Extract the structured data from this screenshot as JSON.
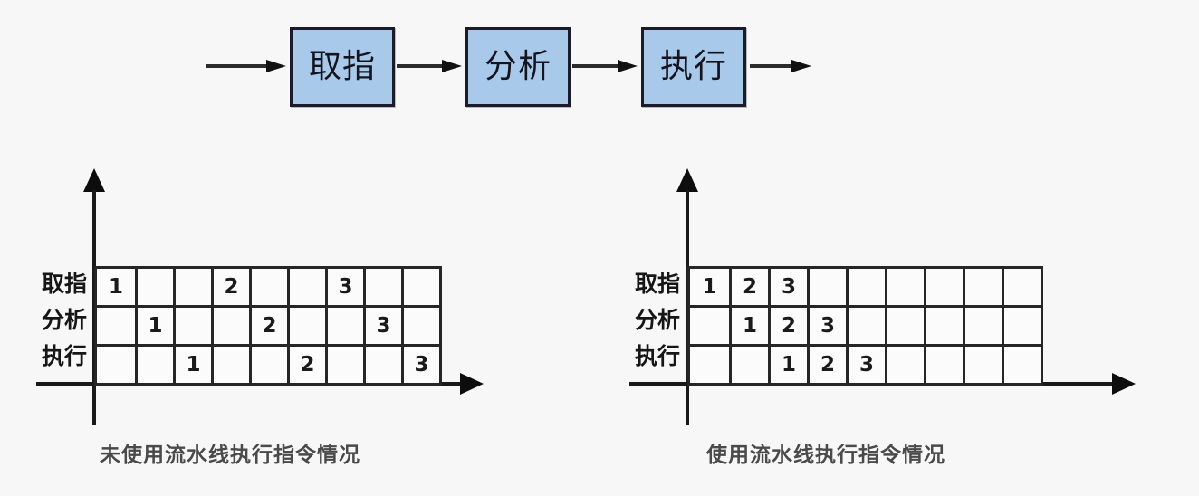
{
  "background_color": "#f7f7f8",
  "box_fill_color": "#a9c9ea",
  "box_border_color": "#1b1b2b",
  "grid_line_color": "#262626",
  "pipeline_flow": {
    "stages": [
      {
        "label": "取指"
      },
      {
        "label": "分析"
      },
      {
        "label": "执行"
      }
    ],
    "arrows": [
      "arrow-in",
      "arrow-fetch-to-decode",
      "arrow-decode-to-execute",
      "arrow-out"
    ]
  },
  "diagrams": [
    {
      "id": "non-pipelined",
      "caption": "未使用流水线执行指令情况",
      "columns": 9,
      "row_labels": [
        "取指",
        "分析",
        "执行"
      ],
      "rows": [
        [
          "1",
          "",
          "",
          "2",
          "",
          "",
          "3",
          "",
          ""
        ],
        [
          "",
          "1",
          "",
          "",
          "2",
          "",
          "",
          "3",
          ""
        ],
        [
          "",
          "",
          "1",
          "",
          "",
          "2",
          "",
          "",
          "3"
        ]
      ]
    },
    {
      "id": "pipelined",
      "caption": "使用流水线执行指令情况",
      "columns": 9,
      "row_labels": [
        "取指",
        "分析",
        "执行"
      ],
      "rows": [
        [
          "1",
          "2",
          "3",
          "",
          "",
          "",
          "",
          "",
          ""
        ],
        [
          "",
          "1",
          "2",
          "3",
          "",
          "",
          "",
          "",
          ""
        ],
        [
          "",
          "",
          "1",
          "2",
          "3",
          "",
          "",
          "",
          ""
        ]
      ]
    }
  ]
}
